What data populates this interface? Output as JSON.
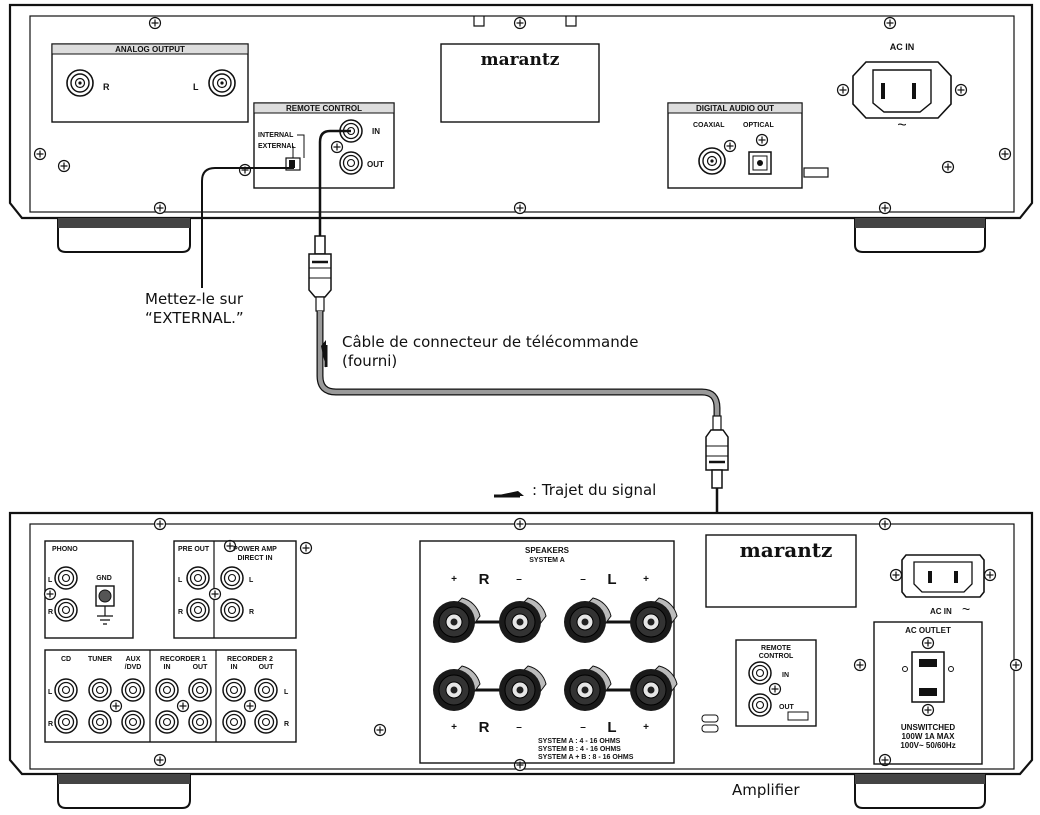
{
  "player": {
    "brand": "marantz",
    "analog_output": {
      "title": "ANALOG OUTPUT",
      "r": "R",
      "l": "L"
    },
    "remote_control": {
      "title": "REMOTE CONTROL",
      "internal": "INTERNAL",
      "external": "EXTERNAL",
      "in": "IN",
      "out": "OUT"
    },
    "digital_audio_out": {
      "title": "DIGITAL AUDIO OUT",
      "coaxial": "COAXIAL",
      "optical": "OPTICAL"
    },
    "ac_in": "AC IN",
    "ac_symbol": "~"
  },
  "callouts": {
    "switch_line1": "Mettez-le sur",
    "switch_line2": "“EXTERNAL.”",
    "cable_line1": "Câble de connecteur de télécommande",
    "cable_line2": "(fourni)",
    "signal_path": ":  Trajet du signal",
    "amplifier": "Amplifier"
  },
  "amp": {
    "brand": "marantz",
    "phono": "PHONO",
    "gnd": "GND",
    "l": "L",
    "r": "R",
    "pre_out": "PRE OUT",
    "power_amp_1": "POWER AMP",
    "power_amp_2": "DIRECT IN",
    "cd": "CD",
    "tuner": "TUNER",
    "aux_1": "AUX",
    "aux_2": "/DVD",
    "recorder1": "RECORDER 1",
    "recorder2": "RECORDER 2",
    "in": "IN",
    "out": "OUT",
    "speakers": "SPEAKERS",
    "system_a": "SYSTEM A",
    "plus": "+",
    "minus": "–",
    "ohms_a": "SYSTEM  A       :  4 - 16 OHMS",
    "ohms_b": "SYSTEM  B       :  4 - 16 OHMS",
    "ohms_ab": "SYSTEM  A + B  :  8 - 16 OHMS",
    "remote_control_1": "REMOTE",
    "remote_control_2": "CONTROL",
    "ac_in": "AC IN",
    "ac_symbol": "~",
    "ac_outlet": "AC OUTLET",
    "unswitched_1": "UNSWITCHED",
    "unswitched_2": "100W 1A MAX",
    "unswitched_3": "100V~  50/60Hz"
  }
}
